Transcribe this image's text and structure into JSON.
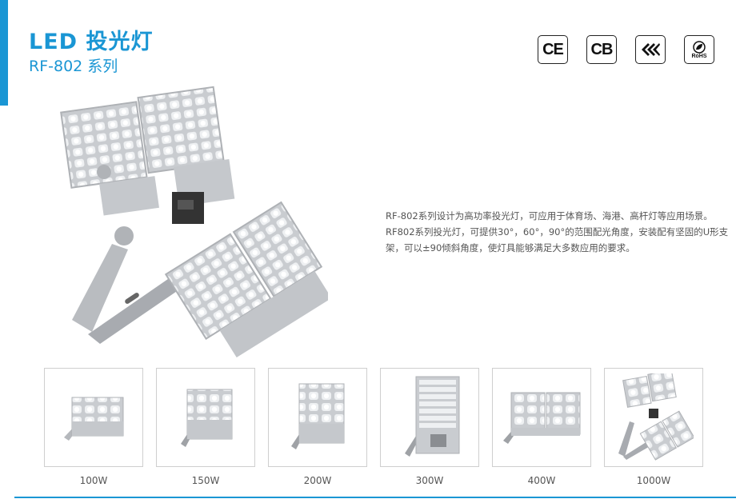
{
  "header": {
    "title": "LED 投光灯",
    "subtitle": "RF-802 系列"
  },
  "certifications": {
    "ce": "CE",
    "cb": "CB",
    "rohs": "RoHS"
  },
  "description": "RF-802系列设计为高功率投光灯，可应用于体育场、海港、高杆灯等应用场景。RF802系列投光灯，可提供30°，60°，90°的范围配光角度，安装配有坚固的U形支架，可以±90倾斜角度，使灯具能够满足大多数应用的要求。",
  "products": [
    {
      "label": "100W"
    },
    {
      "label": "150W"
    },
    {
      "label": "200W"
    },
    {
      "label": "300W"
    },
    {
      "label": "400W"
    },
    {
      "label": "1000W"
    }
  ],
  "colors": {
    "accent": "#1a96d4",
    "text": "#555555"
  }
}
